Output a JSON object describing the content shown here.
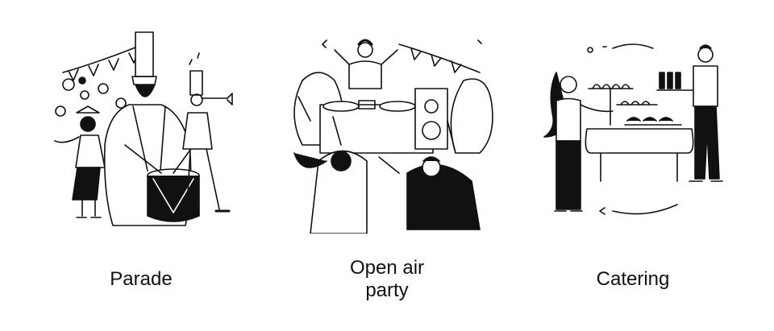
{
  "illustrations": [
    {
      "caption": "Parade",
      "icon": "parade-marching-band"
    },
    {
      "caption_lines": [
        "Open air",
        "party"
      ],
      "icon": "dj-open-air-party"
    },
    {
      "caption": "Catering",
      "icon": "catering-buffet"
    }
  ],
  "colors": {
    "ink": "#111111",
    "background": "#ffffff"
  }
}
